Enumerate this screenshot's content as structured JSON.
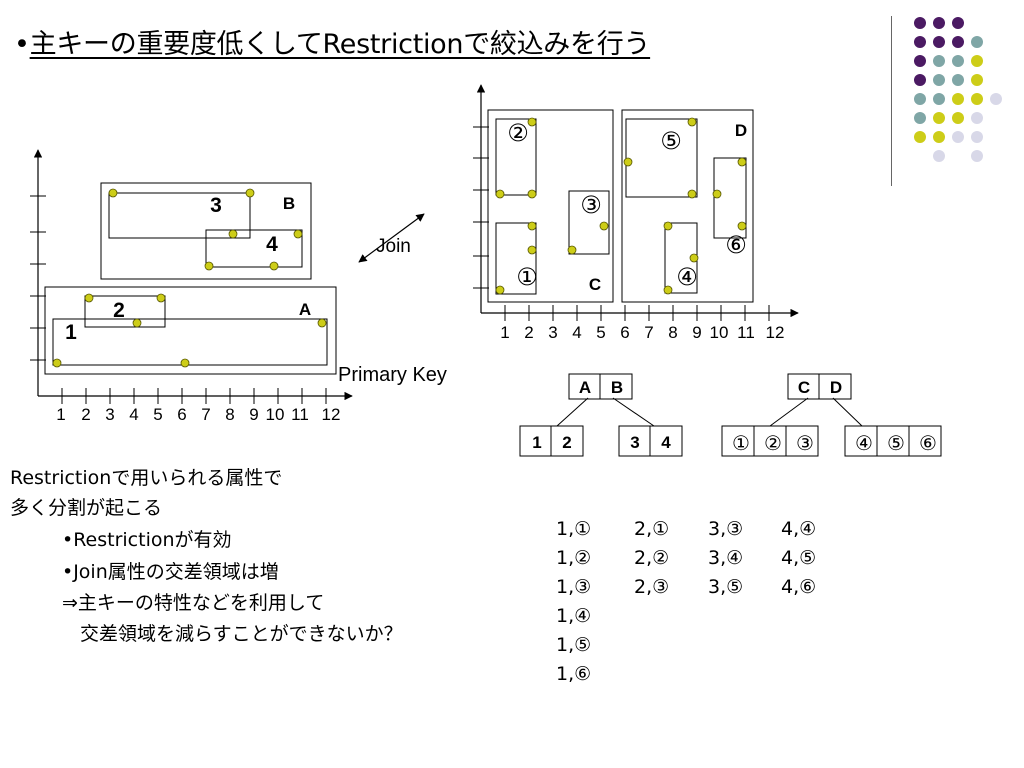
{
  "slide": {
    "bullet": "•",
    "title": "主キーの重要度低くしてRestrictionで絞込みを行う"
  },
  "decor_dots": {
    "colors": {
      "purple": "#4b1a63",
      "teal": "#7fa6a6",
      "yellow": "#cdcd18",
      "lavender": "#d8d8e8"
    }
  },
  "left_chart": {
    "x_ticks": [
      "1",
      "2",
      "3",
      "4",
      "5",
      "6",
      "7",
      "8",
      "9",
      "10",
      "11",
      "12"
    ],
    "x_label": "Primary Key",
    "box_A": "A",
    "box_B": "B",
    "rect_labels": {
      "r1": "1",
      "r2": "2",
      "r3": "3",
      "r4": "4"
    }
  },
  "join_label": "Join",
  "right_chart": {
    "x_ticks": [
      "1",
      "2",
      "3",
      "4",
      "5",
      "6",
      "7",
      "8",
      "9",
      "10",
      "11",
      "12"
    ],
    "box_C": "C",
    "box_D": "D",
    "rect_labels": {
      "c1": "①",
      "c2": "②",
      "c3": "③",
      "c4": "④",
      "c5": "⑤",
      "c6": "⑥"
    }
  },
  "trees": {
    "left": {
      "root": [
        "A",
        "B"
      ],
      "leaf1": [
        "1",
        "2"
      ],
      "leaf2": [
        "3",
        "4"
      ]
    },
    "right": {
      "root": [
        "C",
        "D"
      ],
      "leaf1": [
        "①",
        "②",
        "③"
      ],
      "leaf2": [
        "④",
        "⑤",
        "⑥"
      ]
    }
  },
  "notes": {
    "line1": "Restrictionで用いられる属性で",
    "line2": "多く分割が起こる",
    "line3": "•Restrictionが有効",
    "line4": "•Join属性の交差領域は増",
    "line5": "⇒主キーの特性などを利用して",
    "line6": "交差領域を減らすことができないか？"
  },
  "pairs": {
    "col1": [
      "1,①",
      "1,②",
      "1,③",
      "1,④",
      "1,⑤",
      "1,⑥"
    ],
    "col2": [
      "2,①",
      "2,②",
      "2,③"
    ],
    "col3": [
      "3,③",
      "3,④",
      "3,⑤"
    ],
    "col4": [
      "4,④",
      "4,⑤",
      "4,⑥"
    ]
  },
  "colors": {
    "point": "#cdcd18",
    "point_stroke": "#555500",
    "line": "#000000"
  }
}
